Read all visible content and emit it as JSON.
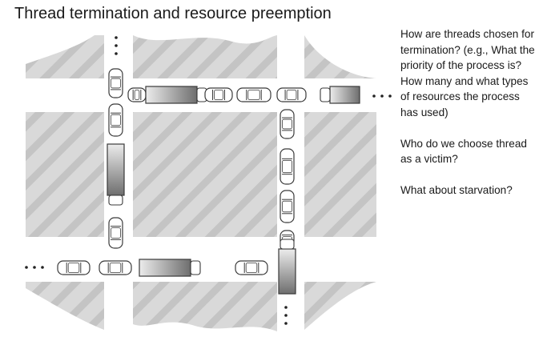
{
  "slide": {
    "title": "Thread termination and resource preemption"
  },
  "notes": [
    "How are threads chosen for termination? (e.g., What the priority of the process is? How many and what types of resources the process has used)",
    "Who do we choose thread as a victim?",
    "What about starvation?"
  ],
  "illustration": {
    "ellipsis_glyph": "• • •",
    "colors": {
      "block_fill": "#d6d6d6",
      "stripe": "#b9b9b9",
      "road": "#ffffff",
      "vehicle_outline": "#3a3a3a"
    },
    "icons": [
      "car-icon",
      "truck-icon"
    ]
  }
}
